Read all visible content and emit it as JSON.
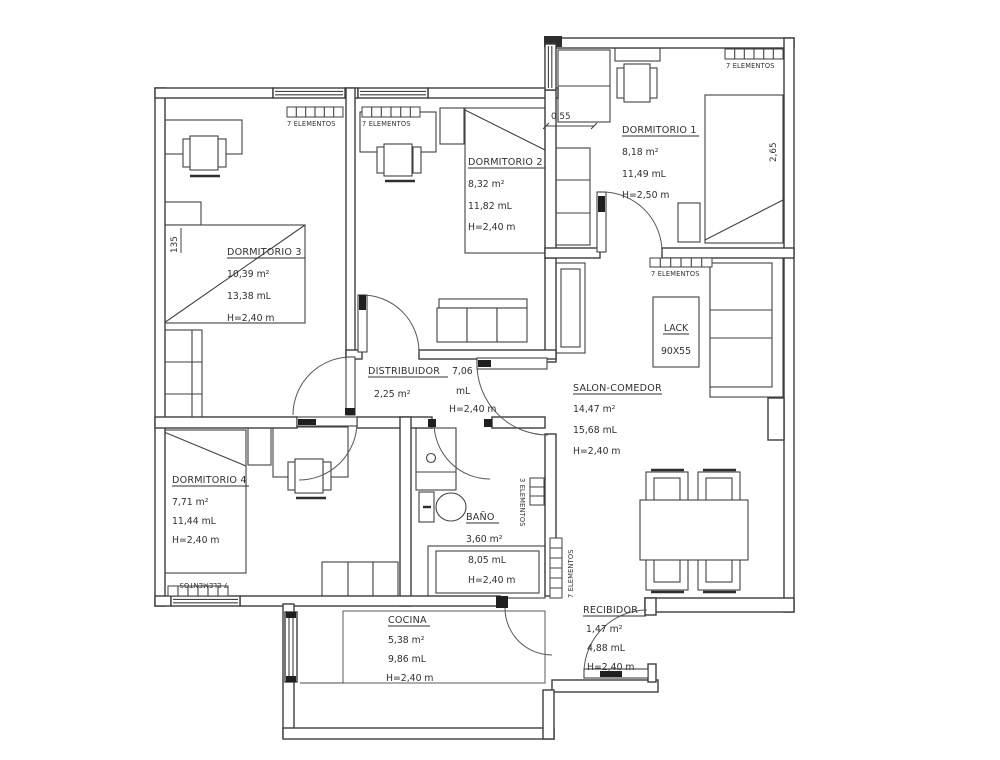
{
  "plan": {
    "rooms": {
      "dormitorio1": {
        "name": "DORMITORIO 1",
        "area": "8,18 m²",
        "perimeter": "11,49 mL",
        "height": "H=2,50 m"
      },
      "dormitorio2": {
        "name": "DORMITORIO 2",
        "area": "8,32 m²",
        "perimeter": "11,82 mL",
        "height": "H=2,40 m"
      },
      "dormitorio3": {
        "name": "DORMITORIO 3",
        "area": "10,39 m²",
        "perimeter": "13,38 mL",
        "height": "H=2,40 m"
      },
      "dormitorio4": {
        "name": "DORMITORIO 4",
        "area": "7,71 m²",
        "perimeter": "11,44 mL",
        "height": "H=2,40 m"
      },
      "distribuidor": {
        "name": "DISTRIBUIDOR",
        "area": "2,25 m²",
        "perimeter_value": "7,06",
        "perimeter_unit": "mL",
        "height": "H=2,40 m"
      },
      "salon_comedor": {
        "name": "SALON-COMEDOR",
        "area": "14,47 m²",
        "perimeter": "15,68 mL",
        "height": "H=2,40 m"
      },
      "bano": {
        "name": "BAÑO",
        "area": "3,60 m²",
        "perimeter": "8,05 mL",
        "height": "H=2,40 m"
      },
      "cocina": {
        "name": "COCINA",
        "area": "5,38 m²",
        "perimeter": "9,86 mL",
        "height": "H=2,40 m"
      },
      "recibidor": {
        "name": "RECIBIDOR",
        "area": "1,47 m²",
        "perimeter": "4,88 mL",
        "height": "H=2,40 m"
      }
    },
    "radiators": {
      "seven_label": "7 ELEMENTOS",
      "three_label": "3 ELEMENTOS"
    },
    "furniture": {
      "lack_name": "LACK",
      "lack_size": "90X55"
    },
    "dimensions": {
      "wardrobe_width": "0,55",
      "bed_length": "2,65",
      "bed_width": "135"
    },
    "colors": {
      "line": "#3d3d3d",
      "text": "#2f2f2f",
      "background": "#ffffff"
    }
  }
}
